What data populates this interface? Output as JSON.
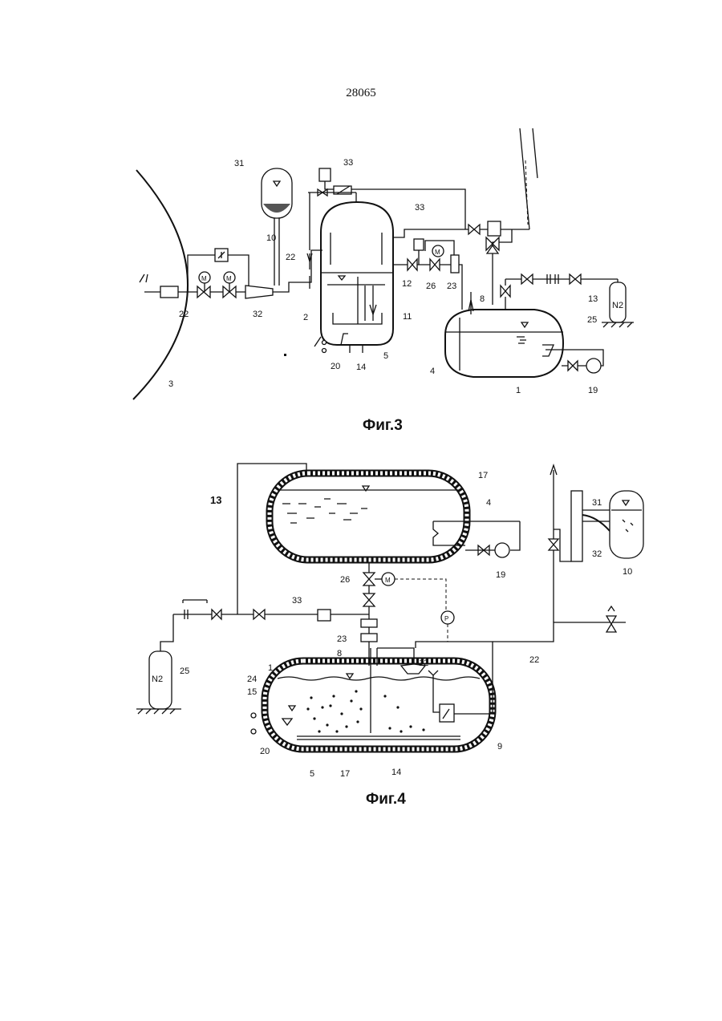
{
  "page_number": "28065",
  "figures": [
    {
      "caption": "Фиг.3",
      "labels": {
        "l31": "31",
        "l33a": "33",
        "l33b": "33",
        "l10": "10",
        "l22a": "22",
        "l22b": "22",
        "l32": "32",
        "l2": "2",
        "l20": "20",
        "l14": "14",
        "l5": "5",
        "l11": "11",
        "l12": "12",
        "l26": "26",
        "l23": "23",
        "l8": "8",
        "l4": "4",
        "l1": "1",
        "l19": "19",
        "l13": "13",
        "l25": "25",
        "l3": "3",
        "n2": "N2",
        "m1": "M",
        "m2": "M",
        "m3": "M"
      }
    },
    {
      "caption": "Фиг.4",
      "labels": {
        "l13": "13",
        "l17a": "17",
        "l17b": "17",
        "l4": "4",
        "l19": "19",
        "l26": "26",
        "l33": "33",
        "l23": "23",
        "l8": "8",
        "l12": "12",
        "l22": "22",
        "l31": "31",
        "l32": "32",
        "l10": "10",
        "l1": "1",
        "l24": "24",
        "l15": "15",
        "l20": "20",
        "l5": "5",
        "l14": "14",
        "l9": "9",
        "l25": "25",
        "n2": "N2",
        "m": "M",
        "p": "P"
      }
    }
  ]
}
